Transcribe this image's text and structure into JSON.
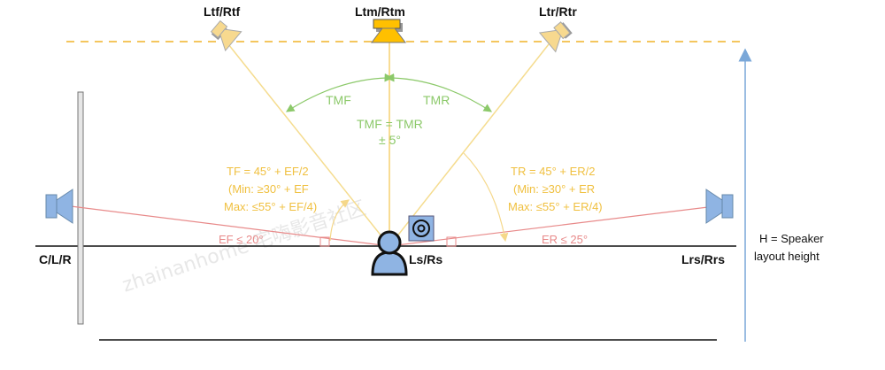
{
  "labels": {
    "front_height": "Ltf/Rtf",
    "middle_height": "Ltm/Rtm",
    "rear_height": "Ltr/Rtr",
    "center": "C/L/R",
    "surround": "Ls/Rs",
    "rear_surround": "Lrs/Rrs",
    "height_line1": "H = Speaker",
    "height_line2": "layout height"
  },
  "angles": {
    "tmf": "TMF",
    "tmr": "TMR",
    "equal_line1": "TMF = TMR",
    "equal_line2": "± 5°",
    "tf_line1": "TF = 45° + EF/2",
    "tf_line2": "(Min: ≥30° + EF",
    "tf_line3": "Max: ≤55° + EF/4)",
    "tr_line1": "TR = 45° + ER/2",
    "tr_line2": "(Min: ≥30° + ER",
    "tr_line3": "Max: ≤55° + ER/4)",
    "ef": "EF ≤ 20°",
    "er": "ER ≤ 25°"
  },
  "watermark": "zhainanhome 宅嗨影音社区",
  "colors": {
    "height_ray": "#f5dc8f",
    "angle": "#8cc96a",
    "elevation": "#e88a8a",
    "speaker": "#8fb4e3",
    "top_speaker": "#f7d98f",
    "center_speaker": "#ffc000",
    "guide": "#f0b429"
  }
}
